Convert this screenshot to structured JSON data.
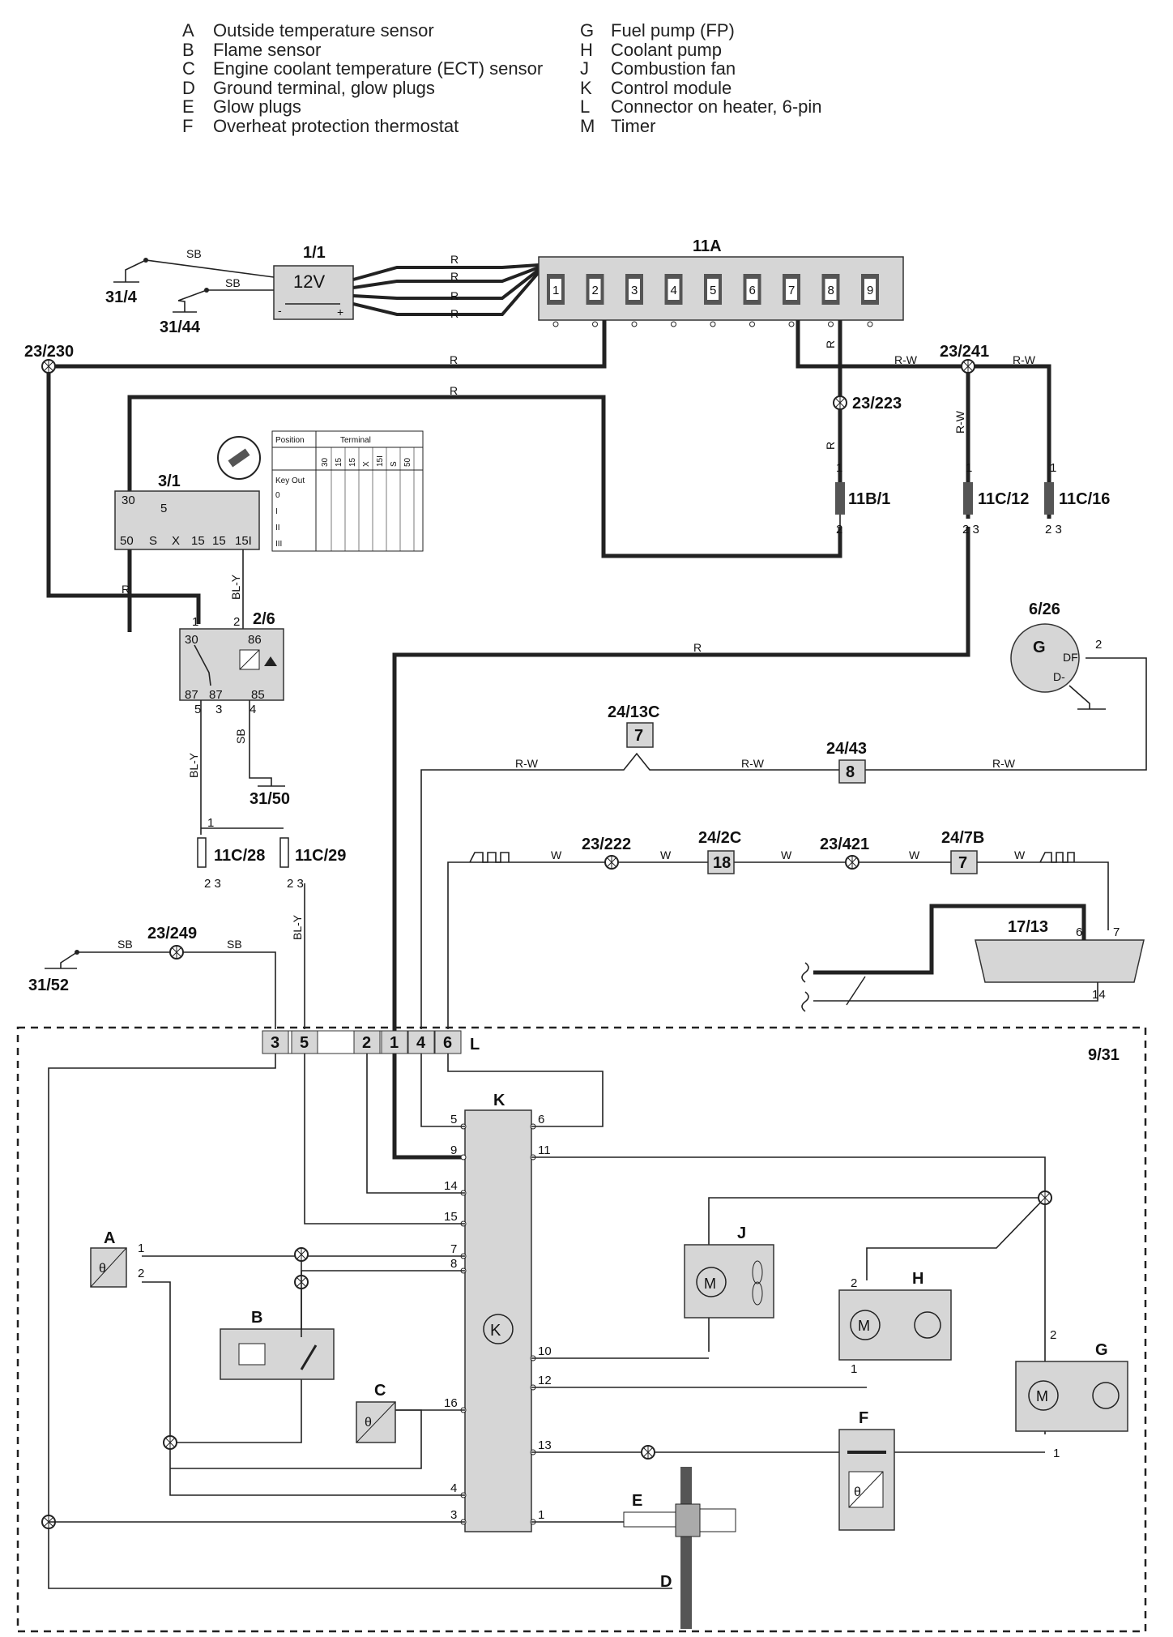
{
  "legend_left": [
    {
      "key": "A",
      "text": "Outside temperature sensor"
    },
    {
      "key": "B",
      "text": "Flame sensor"
    },
    {
      "key": "C",
      "text": "Engine coolant temperature (ECT) sensor"
    },
    {
      "key": "D",
      "text": "Ground terminal, glow plugs"
    },
    {
      "key": "E",
      "text": "Glow plugs"
    },
    {
      "key": "F",
      "text": "Overheat protection thermostat"
    }
  ],
  "legend_right": [
    {
      "key": "G",
      "text": "Fuel pump (FP)"
    },
    {
      "key": "H",
      "text": "Coolant pump"
    },
    {
      "key": "J",
      "text": "Combustion fan"
    },
    {
      "key": "K",
      "text": "Control module"
    },
    {
      "key": "L",
      "text": "Connector on heater, 6-pin"
    },
    {
      "key": "M",
      "text": "Timer"
    }
  ],
  "components": {
    "battery": "1/1",
    "battery_voltage": "12V",
    "fusebox": "11A",
    "ignition": "3/1",
    "relay": "2/6",
    "generator": "6/26",
    "heater": "9/31",
    "dlc": "17/13",
    "conn_11b1": "11B/1",
    "conn_11c12": "11C/12",
    "conn_11c16": "11C/16",
    "conn_11c28": "11C/28",
    "conn_11c29": "11C/29",
    "gnd_31_4": "31/4",
    "gnd_31_44": "31/44",
    "gnd_31_50": "31/50",
    "gnd_31_52": "31/52",
    "spl_23_230": "23/230",
    "spl_23_241": "23/241",
    "spl_23_223": "23/223",
    "spl_23_222": "23/222",
    "spl_23_421": "23/421",
    "spl_23_249": "23/249",
    "conn_24_13c": "24/13C",
    "conn_24_43": "24/43",
    "conn_24_2c": "24/2C",
    "conn_24_7b": "24/7B",
    "conn_24_13c_pin": "7",
    "conn_24_43_pin": "8",
    "conn_24_2c_pin": "18",
    "conn_24_7b_pin": "7",
    "gen_letter": "G",
    "gen_df": "DF",
    "gen_d": "D-",
    "fuse_pins": [
      "1",
      "2",
      "3",
      "4",
      "5",
      "6",
      "7",
      "8",
      "9"
    ],
    "L_pins": [
      "3",
      "5",
      "2",
      "1",
      "4",
      "6"
    ],
    "L_label": "L"
  },
  "wire_colors": {
    "R": "R",
    "SB": "SB",
    "RW": "R-W",
    "BLY": "BL-Y",
    "W": "W"
  },
  "ignition_table": {
    "position": "Position",
    "terminal": "Terminal",
    "key_out": "Key Out",
    "cols": [
      "30",
      "15",
      "15",
      "X",
      "15I",
      "S",
      "50"
    ],
    "rows": [
      "0",
      "I",
      "II",
      "III"
    ]
  },
  "ignition_pins": [
    "30",
    "5",
    "50",
    "S",
    "X",
    "15",
    "15",
    "15I"
  ],
  "relay_pins": [
    "30",
    "86",
    "87",
    "87",
    "85"
  ],
  "module_K": {
    "label": "K",
    "left_pins": [
      "5",
      "9",
      "14",
      "15",
      "7",
      "8",
      "16",
      "4",
      "3"
    ],
    "right_pins": [
      "6",
      "11",
      "10",
      "12",
      "13",
      "1"
    ]
  },
  "parts": {
    "A": "A",
    "B": "B",
    "C": "C",
    "D": "D",
    "E": "E",
    "F": "F",
    "G": "G",
    "H": "H",
    "J": "J",
    "motor": "M"
  }
}
